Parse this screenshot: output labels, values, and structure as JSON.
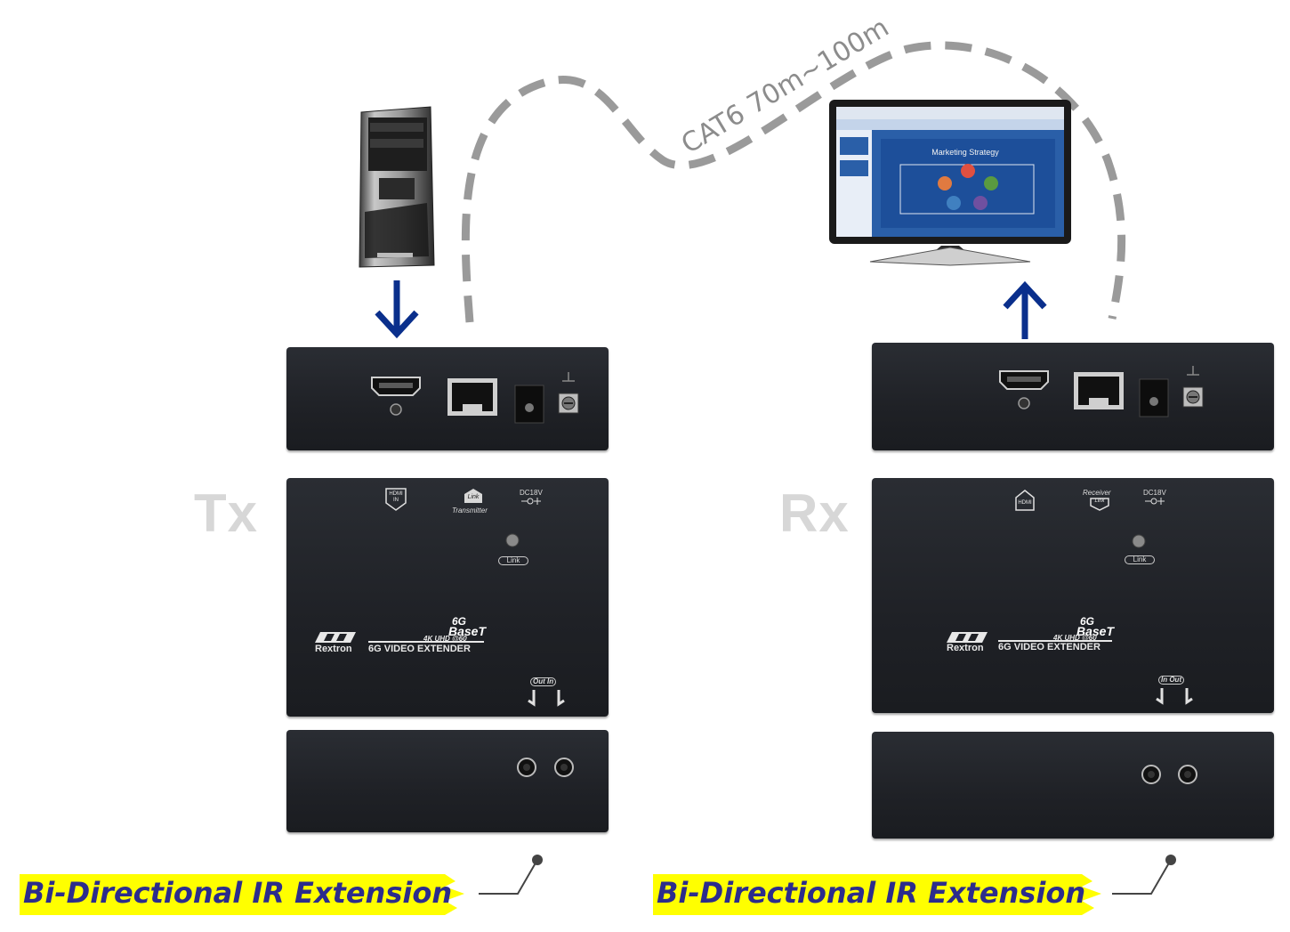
{
  "cable": {
    "label": "CAT6 70m~100m"
  },
  "tx": {
    "name": "Tx",
    "hdmi_label": "HDMI",
    "hdmi_sub": "IN",
    "link_label": "Link",
    "role_label": "Transmitter",
    "dc_label": "DC18V",
    "led_label": "Link",
    "brand": "Rextron",
    "logo_top": "6G",
    "logo_base": "BaseT",
    "logo_res": "4K UHD @60",
    "product": "6G VIDEO EXTENDER",
    "ir_ports": "Out In",
    "ir_caption": "Bi-Directional IR Extension"
  },
  "rx": {
    "name": "Rx",
    "hdmi_label": "HDMI",
    "link_label": "Link",
    "role_label": "Receiver",
    "dc_label": "DC18V",
    "led_label": "Link",
    "brand": "Rextron",
    "logo_top": "6G",
    "logo_base": "BaseT",
    "logo_res": "4K UHD @60",
    "product": "6G VIDEO EXTENDER",
    "ir_ports": "In Out",
    "ir_caption": "Bi-Directional IR Extension"
  },
  "monitor": {
    "slide_title": "Marketing Strategy"
  },
  "colors": {
    "arrow": "#0a2f8c",
    "cable": "#9a9a9a",
    "highlight": "#ffff00",
    "caption": "#2c2c8c"
  }
}
